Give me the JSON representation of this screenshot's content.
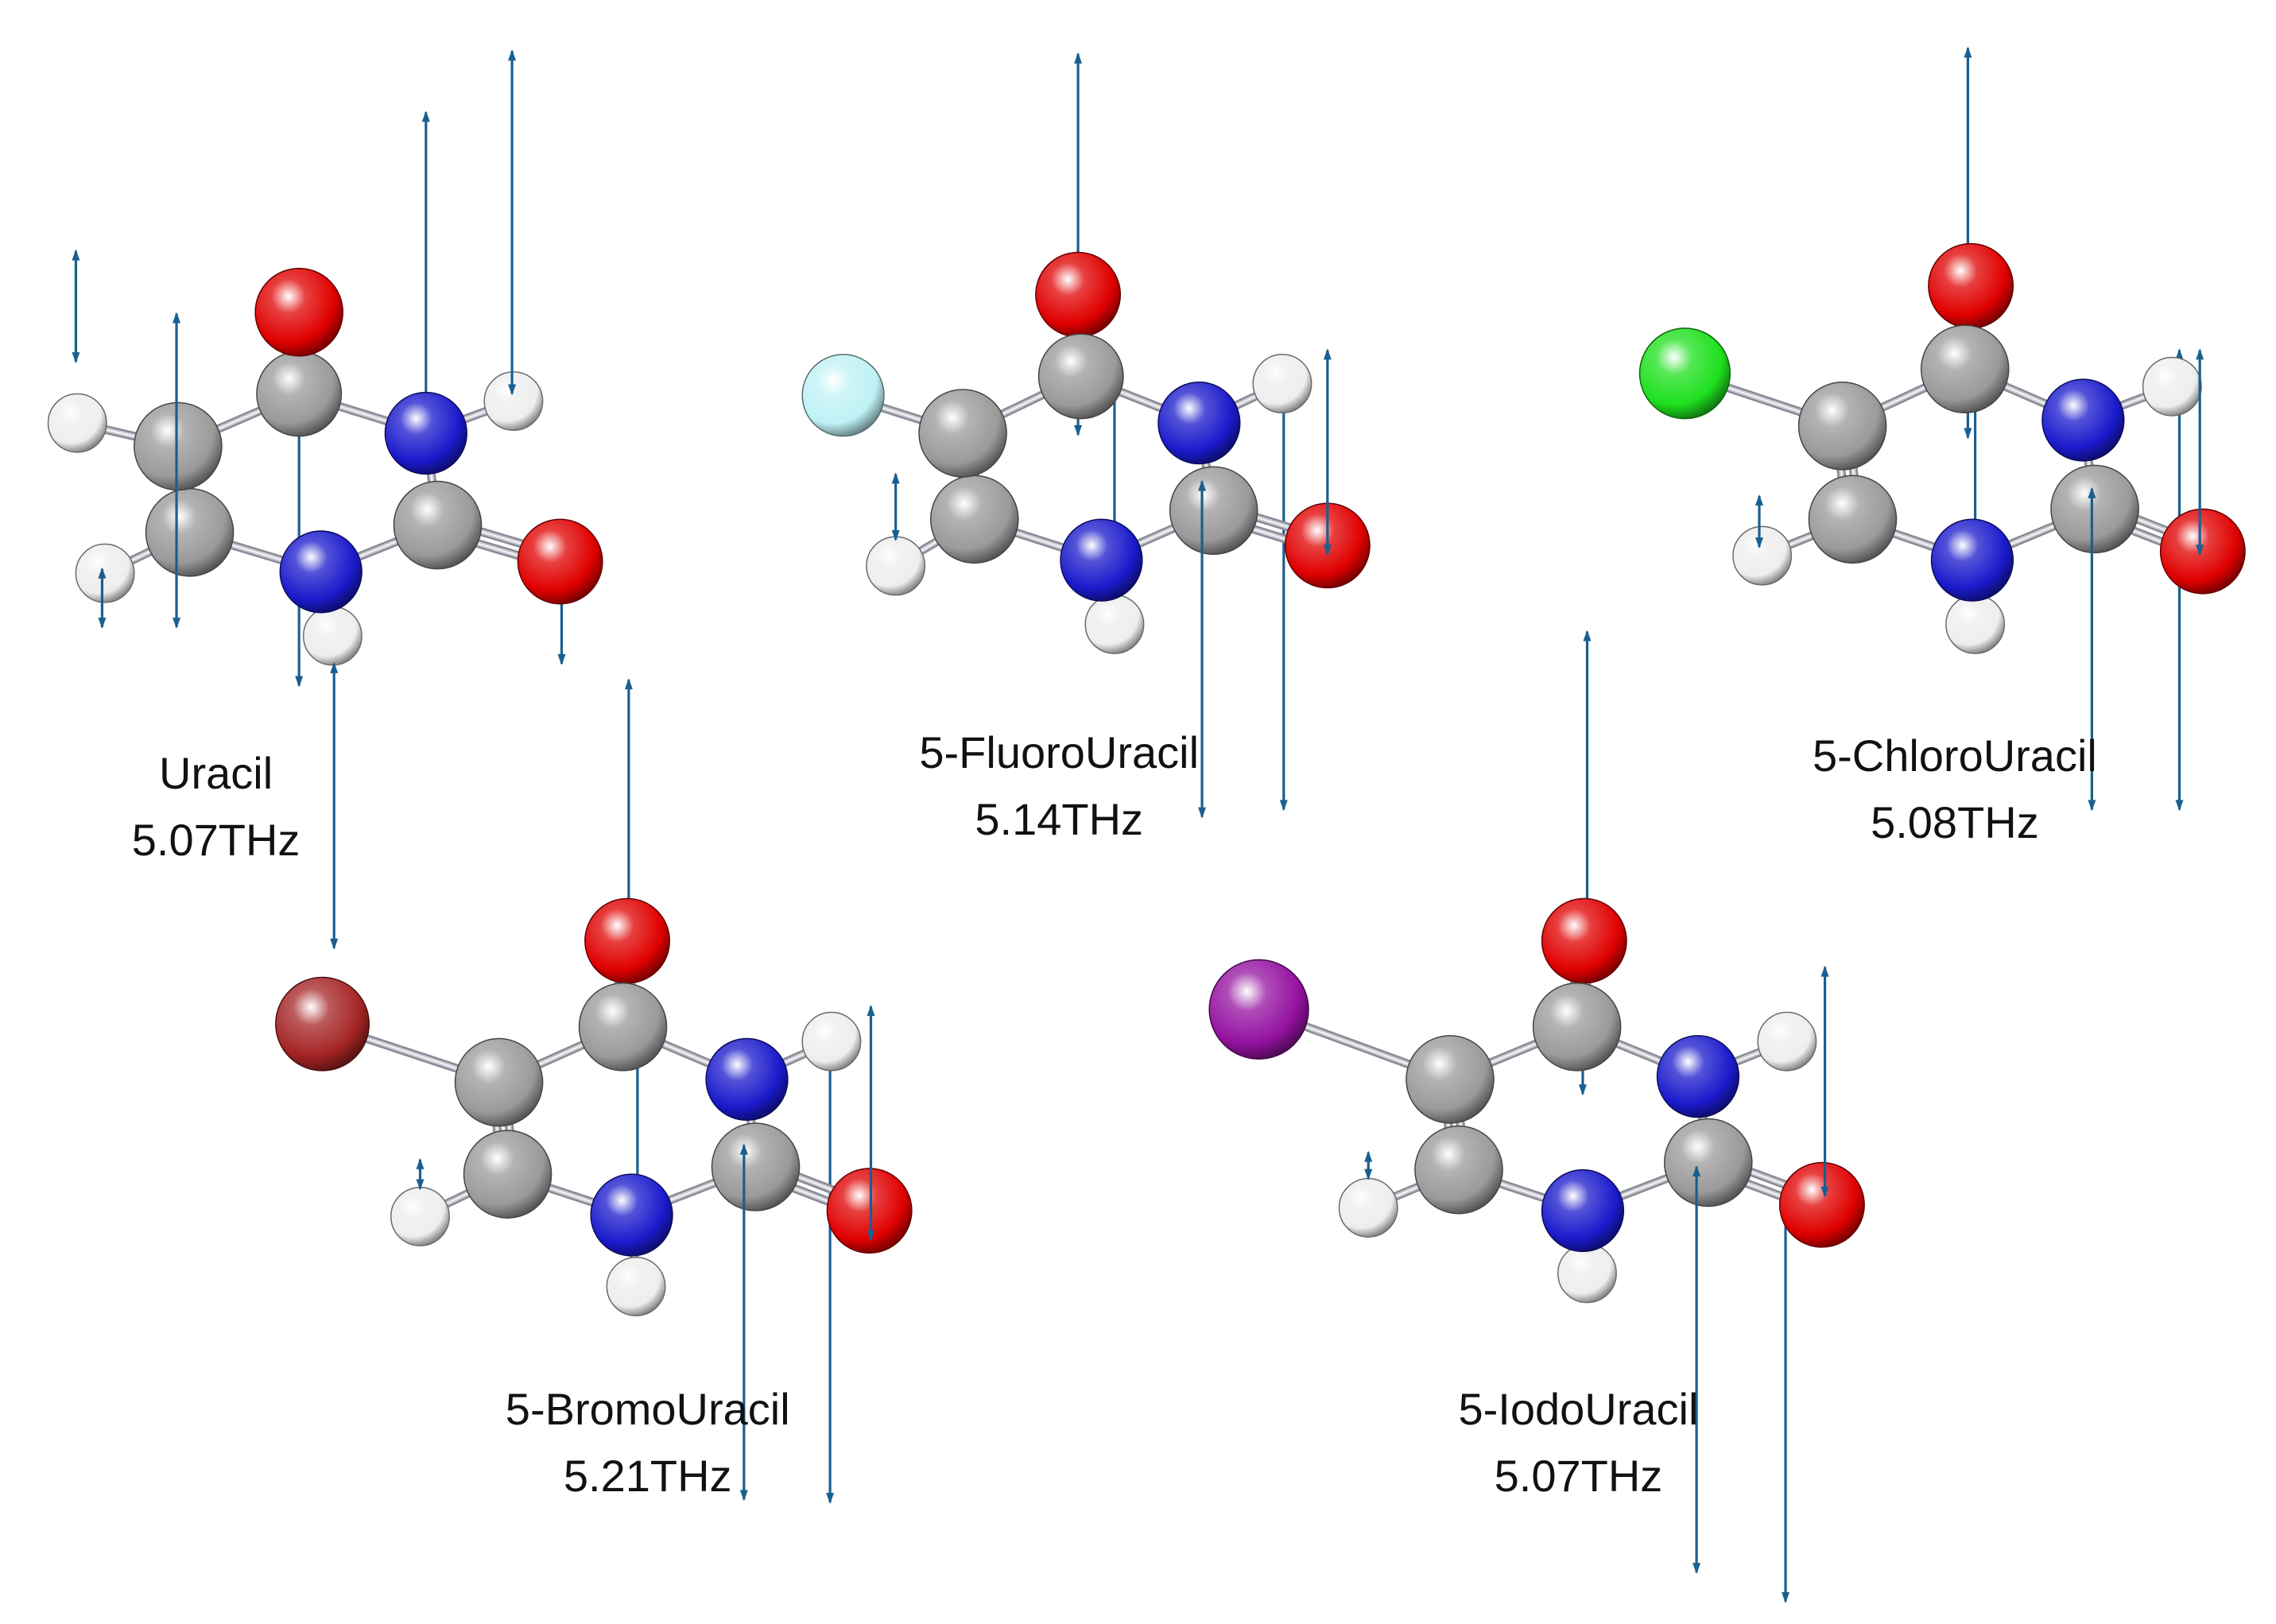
{
  "colors": {
    "carbon": "#9a9a9a",
    "nitrogen": "#1a1acc",
    "oxygen": "#e00000",
    "hydrogen": "#eeeeee",
    "fluorine": "#bff2f5",
    "chlorine": "#1ee01e",
    "bromine": "#a52424",
    "iodine": "#9412a0",
    "bond": "#c8c8d0",
    "vector": "#1a5f8f"
  },
  "molecules": [
    {
      "id": "uracil",
      "name": "Uracil",
      "frequency": "5.07THz",
      "substituent": "hydrogen"
    },
    {
      "id": "fluoro",
      "name": "5-FluoroUracil",
      "frequency": "5.14THz",
      "substituent": "fluorine"
    },
    {
      "id": "chloro",
      "name": "5-ChloroUracil",
      "frequency": "5.08THz",
      "substituent": "chlorine"
    },
    {
      "id": "bromo",
      "name": "5-BromoUracil",
      "frequency": "5.21THz",
      "substituent": "bromine"
    },
    {
      "id": "iodo",
      "name": "5-IodoUracil",
      "frequency": "5.07THz",
      "substituent": "iodine"
    }
  ]
}
